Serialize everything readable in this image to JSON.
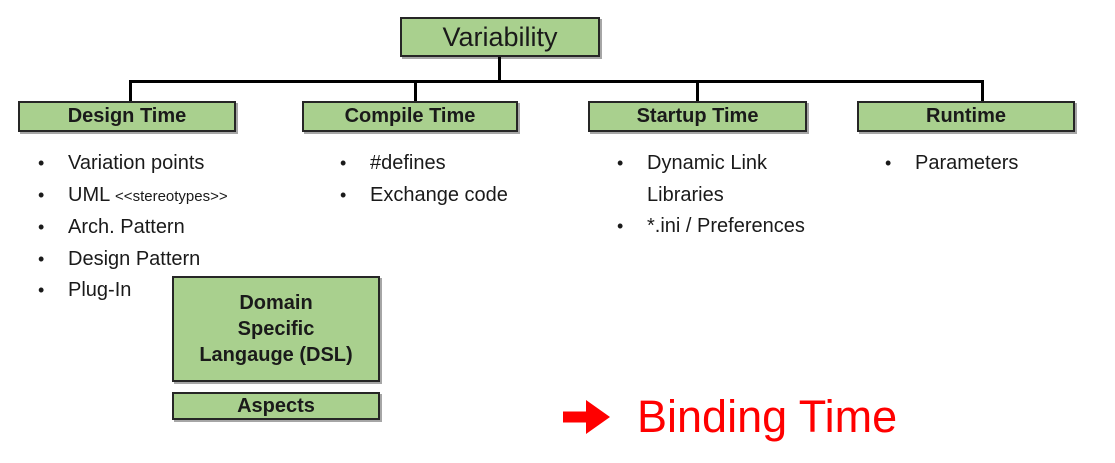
{
  "colors": {
    "box_fill": "#a9d08e",
    "box_border": "#262626",
    "connector": "#000000",
    "accent_red": "#ff0000",
    "text": "#1a1a1a"
  },
  "list_bullet": "•",
  "root": {
    "label": "Variability"
  },
  "columns": [
    {
      "header": "Design Time",
      "items": [
        {
          "text": "Variation points"
        },
        {
          "text": "UML",
          "small": "<<stereotypes>>"
        },
        {
          "text": "Arch. Pattern"
        },
        {
          "text": "Design Pattern"
        },
        {
          "text": "Plug-In"
        }
      ]
    },
    {
      "header": "Compile Time",
      "items": [
        {
          "text": "#defines"
        },
        {
          "text": "Exchange code"
        }
      ]
    },
    {
      "header": "Startup Time",
      "items": [
        {
          "text": "Dynamic Link Libraries"
        },
        {
          "text": "*.ini / Preferences"
        }
      ]
    },
    {
      "header": "Runtime",
      "items": [
        {
          "text": "Parameters"
        }
      ]
    }
  ],
  "dsl_box": {
    "lines": [
      "Domain",
      "Specific",
      "Langauge (DSL)"
    ]
  },
  "aspects_box": {
    "label": "Aspects"
  },
  "binding": {
    "label": "Binding Time",
    "arrow_icon": "right-arrow"
  }
}
